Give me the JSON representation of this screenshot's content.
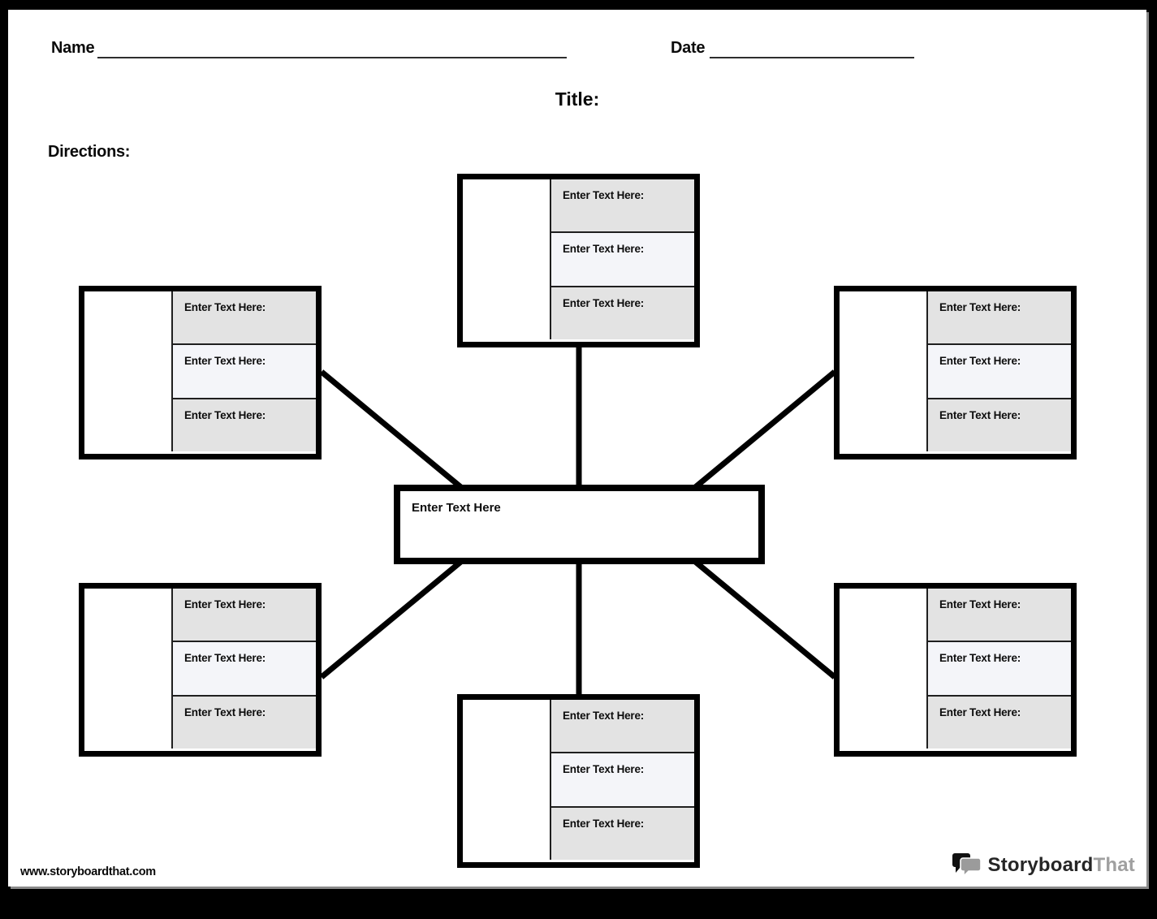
{
  "header": {
    "name_label": "Name",
    "date_label": "Date",
    "title_label": "Title:",
    "directions_label": "Directions:"
  },
  "diagram": {
    "center": {
      "label": "Enter Text Here"
    },
    "nodes": [
      {
        "id": "top-center",
        "cells": [
          "Enter Text Here:",
          "Enter Text Here:",
          "Enter Text Here:"
        ]
      },
      {
        "id": "top-left",
        "cells": [
          "Enter Text Here:",
          "Enter Text Here:",
          "Enter Text Here:"
        ]
      },
      {
        "id": "top-right",
        "cells": [
          "Enter Text Here:",
          "Enter Text Here:",
          "Enter Text Here:"
        ]
      },
      {
        "id": "bottom-left",
        "cells": [
          "Enter Text Here:",
          "Enter Text Here:",
          "Enter Text Here:"
        ]
      },
      {
        "id": "bottom-right",
        "cells": [
          "Enter Text Here:",
          "Enter Text Here:",
          "Enter Text Here:"
        ]
      },
      {
        "id": "bottom-center",
        "cells": [
          "Enter Text Here:",
          "Enter Text Here:",
          "Enter Text Here:"
        ]
      }
    ]
  },
  "footer": {
    "website": "www.storyboardthat.com",
    "brand_primary": "Storyboard",
    "brand_secondary": "That"
  },
  "colors": {
    "cell_gray": "#e3e3e3",
    "cell_light_blue": "#f4f5f9",
    "ink": "#000000",
    "brand_gray": "#a0a0a0"
  }
}
